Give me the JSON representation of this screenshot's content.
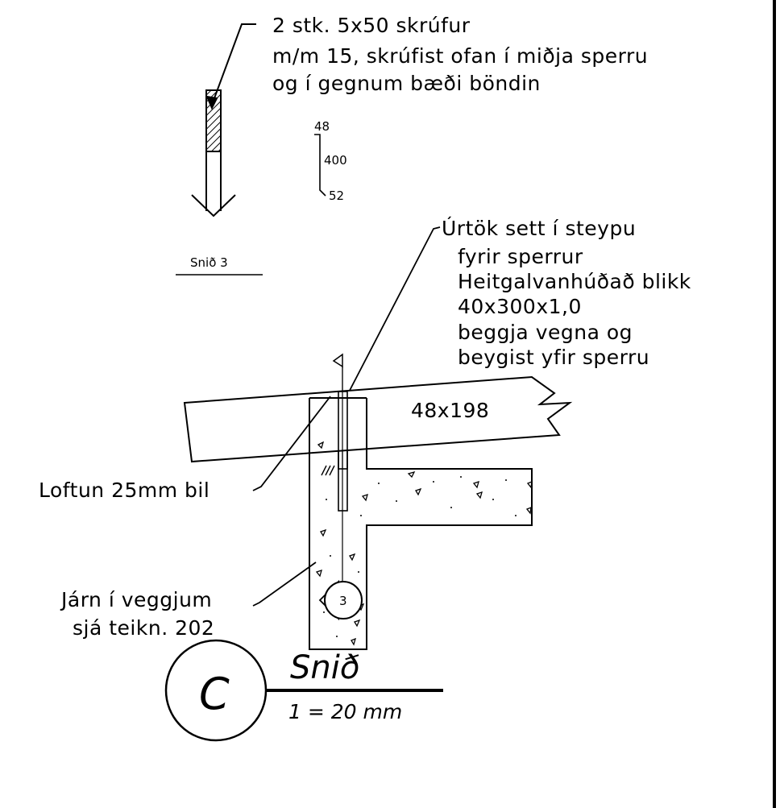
{
  "screw_note": {
    "lines": [
      "2 stk. 5x50 skrúfur",
      "m/m 15, skrúfist ofan í miðja sperru",
      "og í gegnum bæði böndin"
    ]
  },
  "dimensions": {
    "top": "48",
    "middle": "400",
    "bottom": "52"
  },
  "snid3_label": "Snið 3",
  "bracket_note": {
    "lines": [
      "Úrtök sett í steypu",
      "fyrir sperrur",
      "Heitgalvanhúðað blikk",
      "40x300x1,0",
      "beggja vegna og",
      "beygist yfir sperru"
    ]
  },
  "rafter_label": "48x198",
  "loftun_label": "Loftun 25mm bil",
  "rebar_note": {
    "lines": [
      "Járn í veggjum",
      "sjá teikn. 202"
    ]
  },
  "detail_marker": "3",
  "section_title": {
    "letter": "C",
    "name": "Snið",
    "scale": "1 = 20 mm"
  }
}
